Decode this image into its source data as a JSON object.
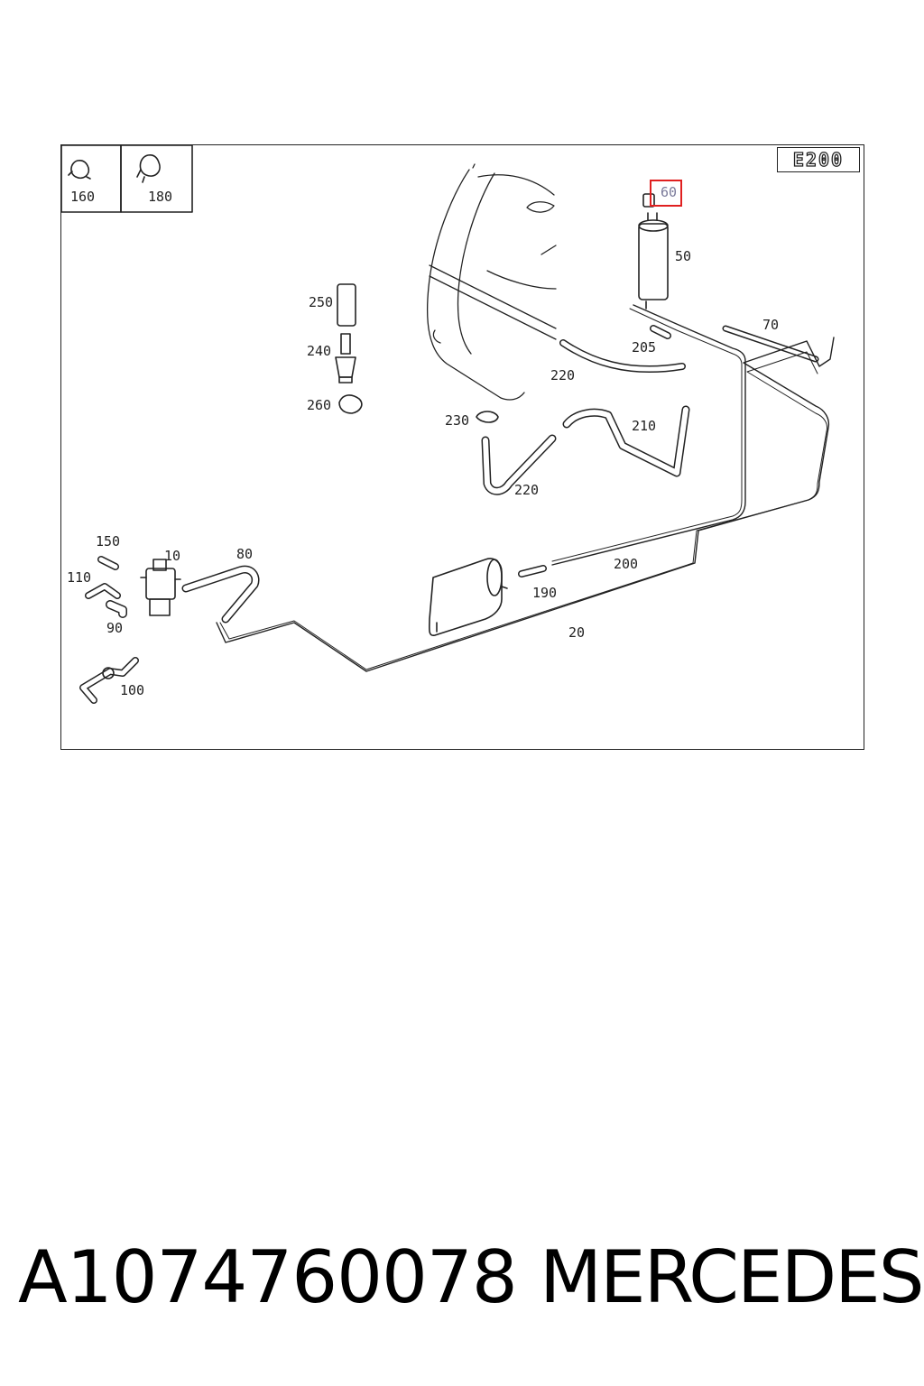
{
  "diagram": {
    "model_badge": "E200",
    "highlighted_callout": "60",
    "callouts": {
      "c160": "160",
      "c180": "180",
      "c60": "60",
      "c50": "50",
      "c70": "70",
      "c250": "250",
      "c240": "240",
      "c260": "260",
      "c205": "205",
      "c220a": "220",
      "c230": "230",
      "c210": "210",
      "c220b": "220",
      "c150": "150",
      "c10": "10",
      "c80": "80",
      "c110": "110",
      "c90": "90",
      "c200": "200",
      "c190": "190",
      "c20": "20",
      "c100": "100"
    },
    "highlight_color": "#e02020"
  },
  "caption": {
    "part_number": "A1074760078",
    "brand": "MERCEDES"
  }
}
